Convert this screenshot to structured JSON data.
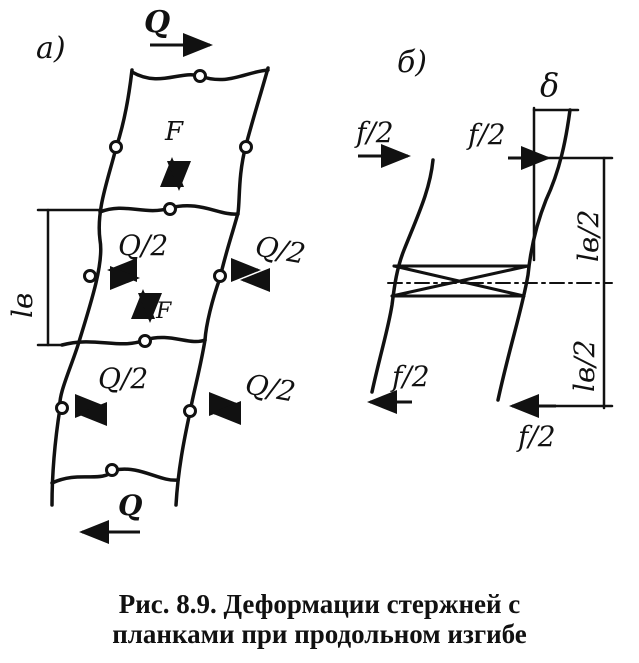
{
  "figure": {
    "panel_a": {
      "tag": "а)",
      "q_top": "Q",
      "q_bottom": "Q",
      "f_upper": "F",
      "f_lower": "F",
      "q_half_1": "Q/2",
      "q_half_2": "Q/2",
      "q_half_3": "Q/2",
      "q_half_4": "Q/2",
      "l_b": "lв"
    },
    "panel_b": {
      "tag": "б)",
      "f_half_1": "f/2",
      "f_half_2": "f/2",
      "f_half_3": "f/2",
      "f_half_4": "f/2",
      "delta": "δ",
      "l_b_half_1": "lв/2",
      "l_b_half_2": "lв/2"
    }
  },
  "caption": {
    "line1": "Рис. 8.9. Деформации стержней с",
    "line2": "планками при продольном изгибе"
  }
}
